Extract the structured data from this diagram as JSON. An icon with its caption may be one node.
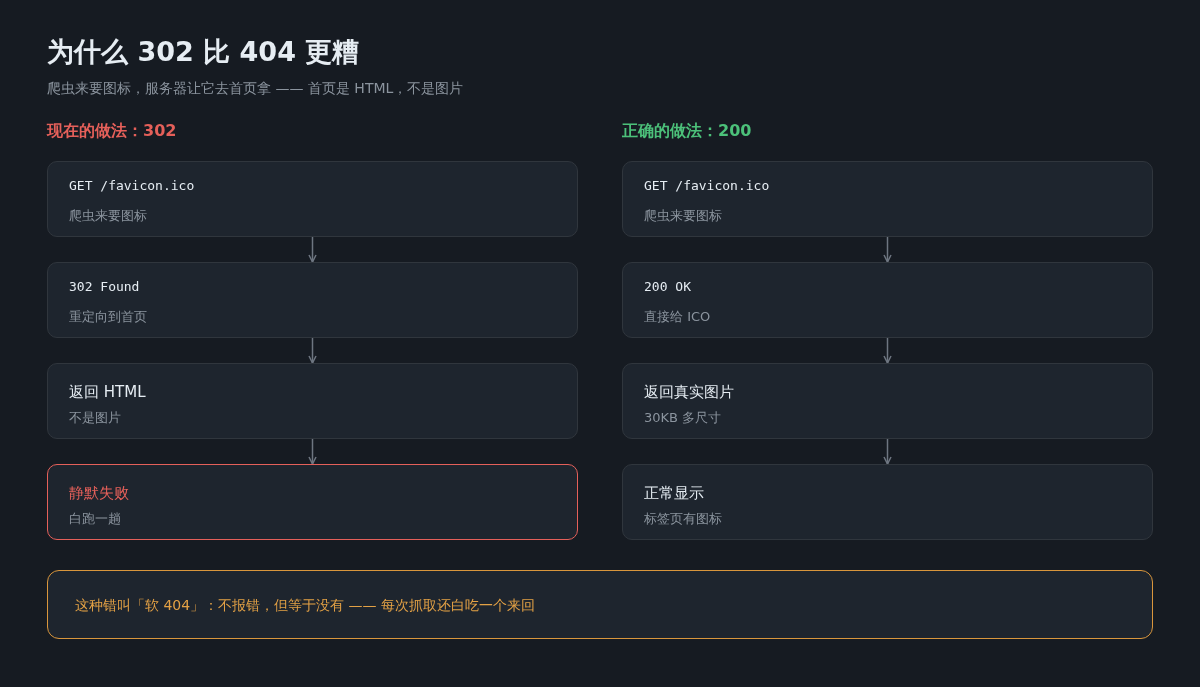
{
  "diagram": {
    "title": "为什么 302 比 404 更糟",
    "nodes": [
      {
        "text": [
          "GET /favicon.ico",
          "爬虫来要图标"
        ]
      },
      {
        "text": [
          "302 Found",
          "重定向到首页"
        ]
      },
      {
        "text": [
          "返回 HTML",
          "不是图片"
        ]
      },
      {
        "text": [
          "静默失败",
          "白跑一趟"
        ]
      },
      {
        "text": [
          "GET /favicon.ico",
          "爬虫来要图标"
        ]
      },
      {
        "text": [
          "200 OK",
          "直接给 ICO"
        ]
      },
      {
        "text": [
          "返回真实图片",
          "30KB 多尺寸"
        ]
      },
      {
        "text": [
          "正常显示",
          "标签页有图标"
        ]
      },
      {
        "text": [
          "这种错叫「软 404」：不报错，但等于没有 —— 每次抓取还白吃一个来回"
        ]
      }
    ],
    "edges": [
      {
        "from": 0,
        "to": 1,
        "arrow": "to"
      },
      {
        "from": 1,
        "to": 2,
        "arrow": "to"
      },
      {
        "from": 2,
        "to": 3,
        "arrow": "to"
      },
      {
        "from": 4,
        "to": 5,
        "arrow": "to"
      },
      {
        "from": 5,
        "to": 6,
        "arrow": "to"
      },
      {
        "from": 6,
        "to": 7,
        "arrow": "to"
      }
    ],
    "labels": [
      "爬虫来要图标，服务器让它去首页拿 —— 首页是 HTML，不是图片",
      "现在的做法：302",
      "正确的做法：200"
    ]
  }
}
